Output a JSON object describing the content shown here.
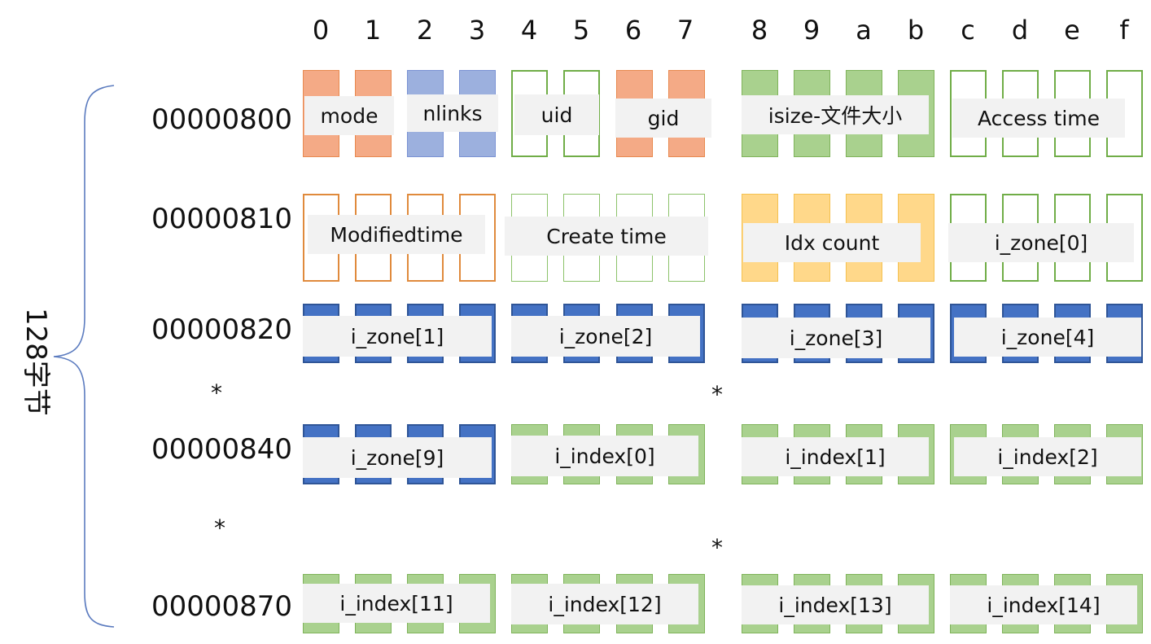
{
  "columns": [
    "0",
    "1",
    "2",
    "3",
    "4",
    "5",
    "6",
    "7",
    "8",
    "9",
    "a",
    "b",
    "c",
    "d",
    "e",
    "f"
  ],
  "brace_label": "128字节",
  "stars": [
    "*",
    "*",
    "*",
    "*"
  ],
  "colors": {
    "orange_fill": "#f4aa86",
    "orange_border": "#e8894f",
    "orange_outline": "#e08a3c",
    "blue_fill": "#9cb0de",
    "blue_border": "#7a92d3",
    "blue_dark": "#4472c4",
    "green_fill": "#a9d18e",
    "green_border": "#7fb35a",
    "yellow_fill": "#ffd88a",
    "yellow_border": "#f4c150",
    "brace": "#5b7bbf"
  },
  "rows": [
    {
      "address": "00000800",
      "fields": [
        {
          "label": "mode",
          "style": "orange-fill"
        },
        {
          "label": "nlinks",
          "style": "blue-fill"
        },
        {
          "label": "uid",
          "style": "green-outline"
        },
        {
          "label": "gid",
          "style": "orange-fill"
        },
        {
          "label": "isize-文件大小",
          "style": "green-fill"
        },
        {
          "label": "Access time",
          "style": "green-outline"
        }
      ]
    },
    {
      "address": "00000810",
      "fields": [
        {
          "label": "Modifiedtime",
          "style": "orange-outline"
        },
        {
          "label": "Create time",
          "style": "green-outline-thin"
        },
        {
          "label": "Idx count",
          "style": "yellow-fill"
        },
        {
          "label": "i_zone[0]",
          "style": "green-outline"
        }
      ]
    },
    {
      "address": "00000820",
      "fields": [
        {
          "label": "i_zone[1]",
          "style": "blue-dark"
        },
        {
          "label": "i_zone[2]",
          "style": "blue-dark"
        },
        {
          "label": "i_zone[3]",
          "style": "blue-dark"
        },
        {
          "label": "i_zone[4]",
          "style": "blue-dark"
        }
      ]
    },
    {
      "address": "00000840",
      "fields": [
        {
          "label": "i_zone[9]",
          "style": "blue-dark"
        },
        {
          "label": "i_index[0]",
          "style": "green-fill"
        },
        {
          "label": "i_index[1]",
          "style": "green-fill"
        },
        {
          "label": "i_index[2]",
          "style": "green-fill"
        }
      ]
    },
    {
      "address": "00000870",
      "fields": [
        {
          "label": "i_index[11]",
          "style": "green-fill"
        },
        {
          "label": "i_index[12]",
          "style": "green-fill"
        },
        {
          "label": "i_index[13]",
          "style": "green-fill"
        },
        {
          "label": "i_index[14]",
          "style": "green-fill"
        }
      ]
    }
  ]
}
